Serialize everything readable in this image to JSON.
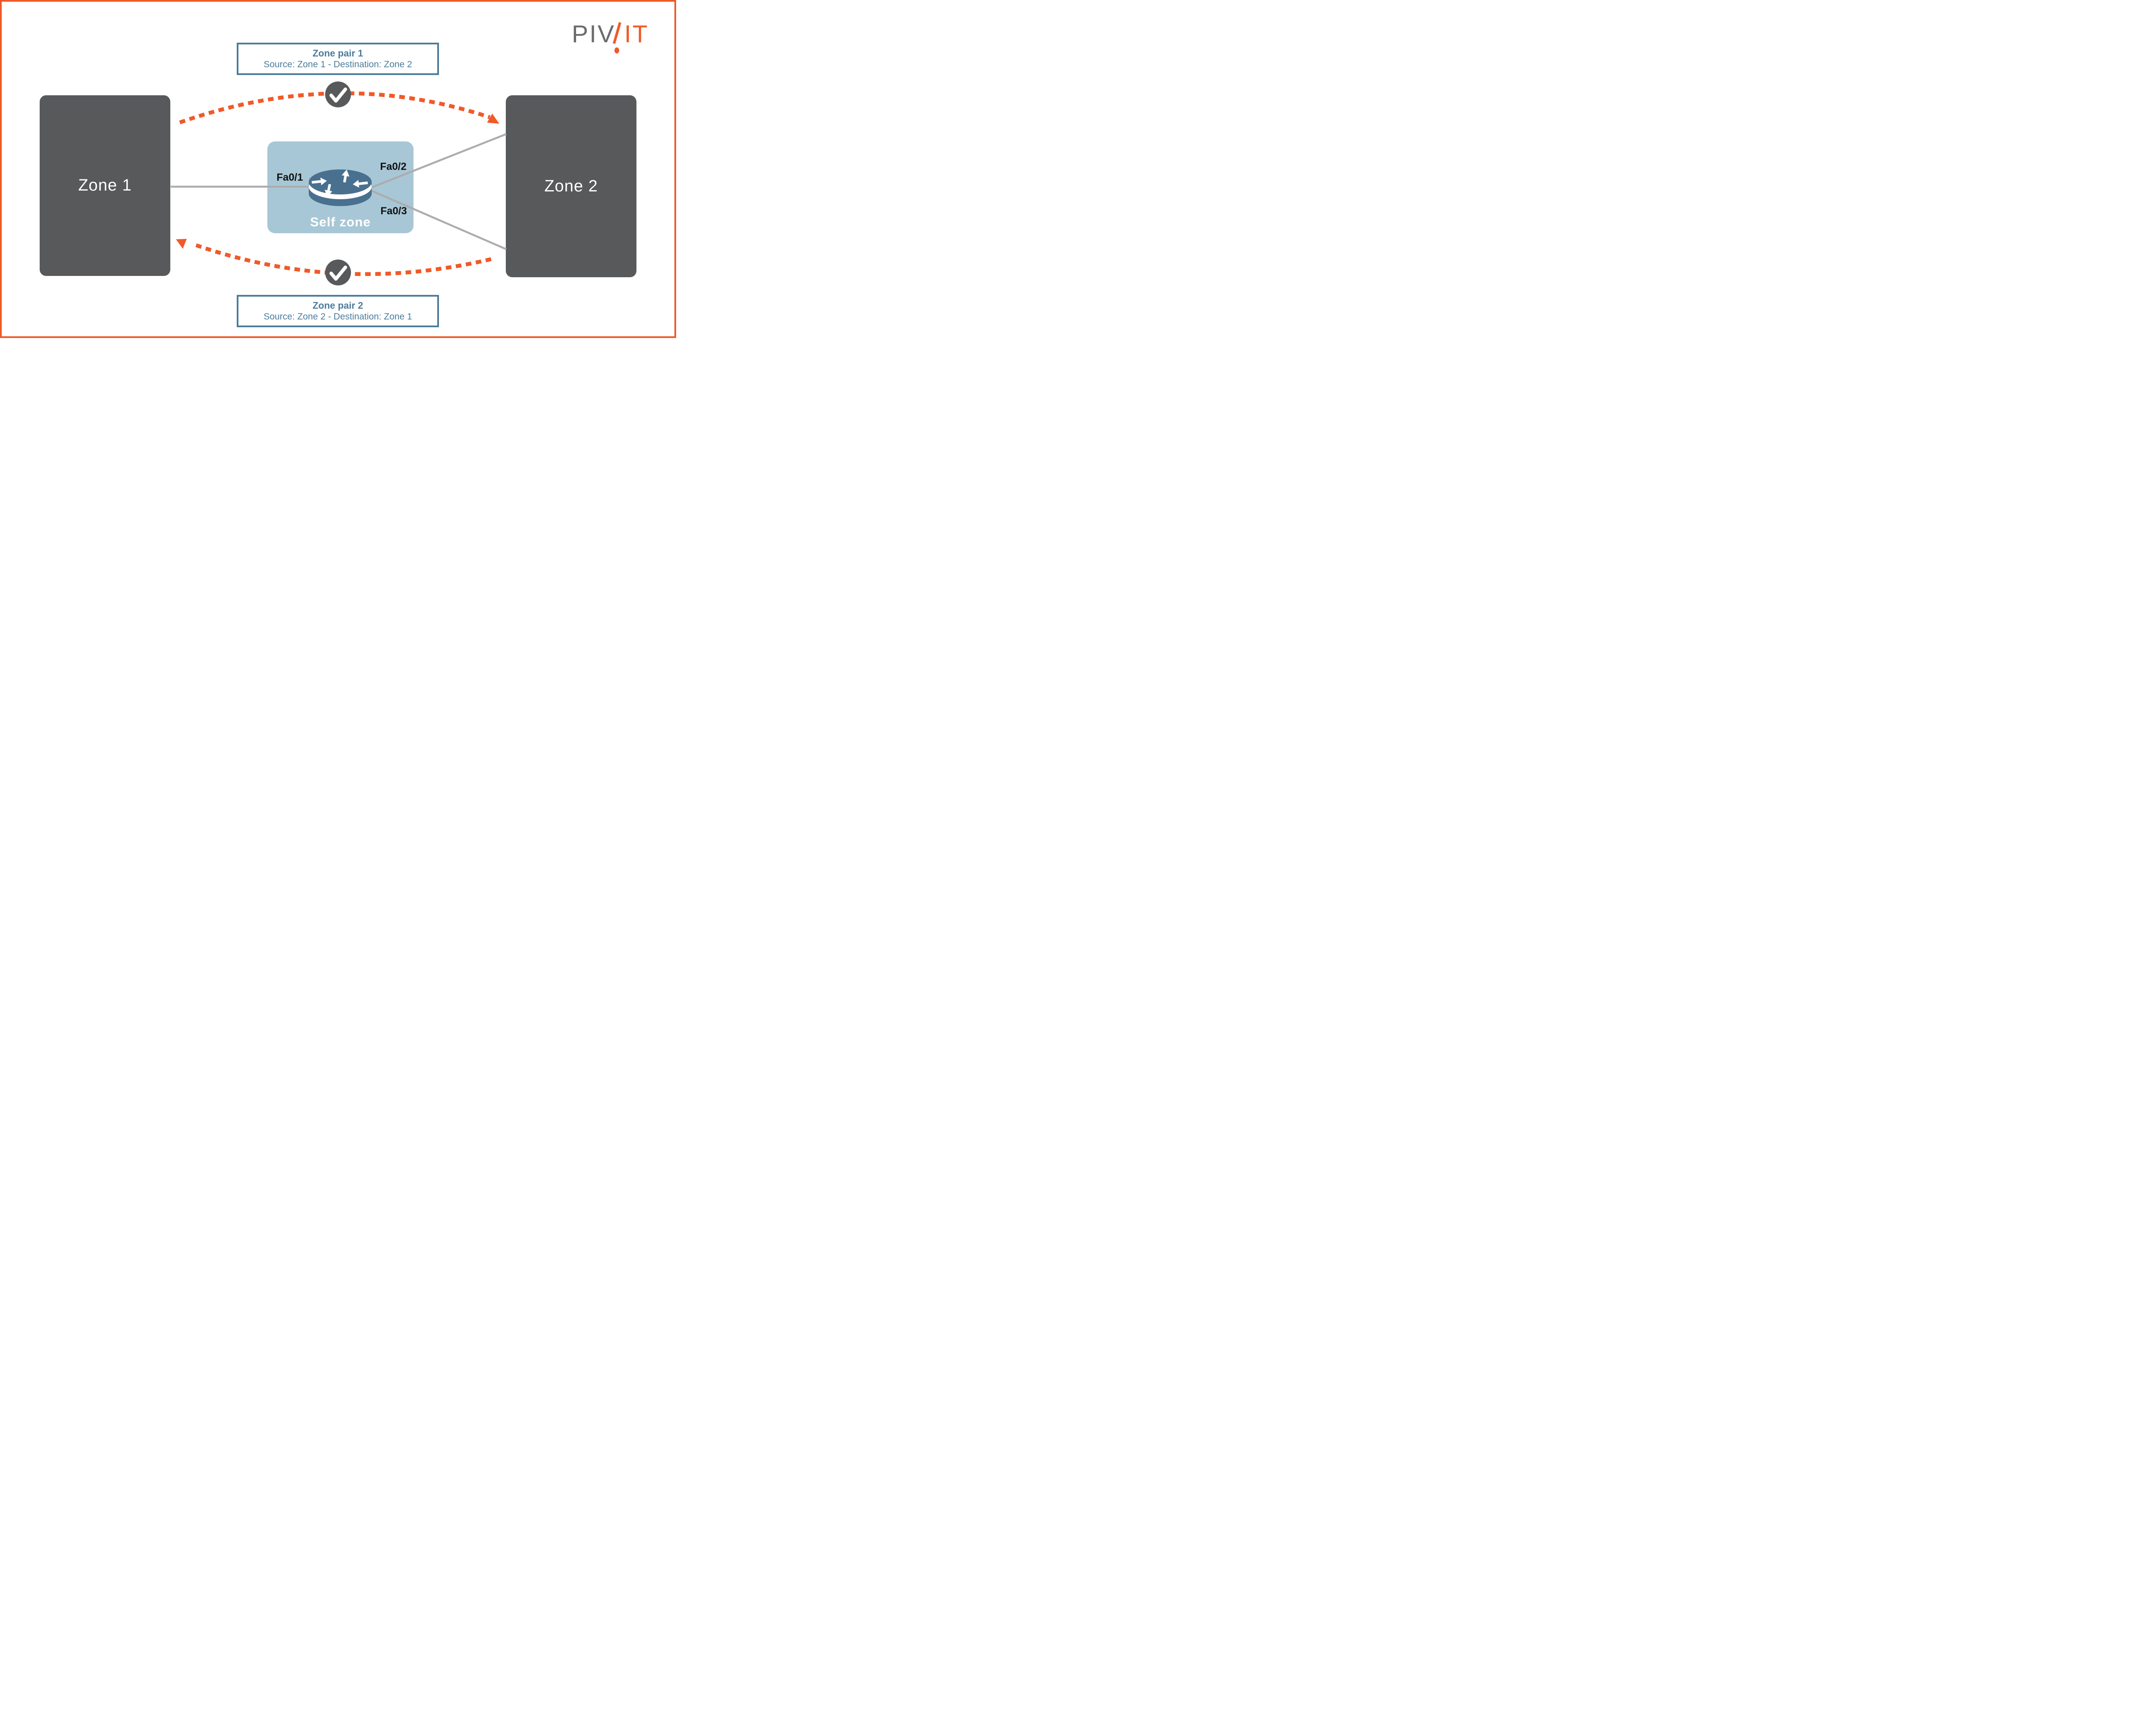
{
  "brand": {
    "text_gray": "PIV",
    "text_orange": "IT"
  },
  "zones": {
    "zone1": "Zone 1",
    "zone2": "Zone 2",
    "self_zone": "Self zone"
  },
  "interfaces": {
    "fa01": "Fa0/1",
    "fa02": "Fa0/2",
    "fa03": "Fa0/3"
  },
  "zone_pairs": [
    {
      "title": "Zone pair 1",
      "detail": "Source: Zone 1 - Destination: Zone 2"
    },
    {
      "title": "Zone pair 2",
      "detail": "Source: Zone 2 - Destination: Zone 1"
    }
  ],
  "icons": {
    "badge_top": "checkmark",
    "badge_bottom": "checkmark",
    "device": "router"
  },
  "colors": {
    "orange": "#F05A28",
    "dark-gray": "#58595B",
    "steel-blue": "#4C7C9B",
    "light-blue": "#A8C7D6",
    "router-blue": "#49708F",
    "line-gray": "#ACACAC",
    "label-black": "#111111",
    "logo-gray": "#6A6B6E",
    "white": "#FFFFFF"
  }
}
